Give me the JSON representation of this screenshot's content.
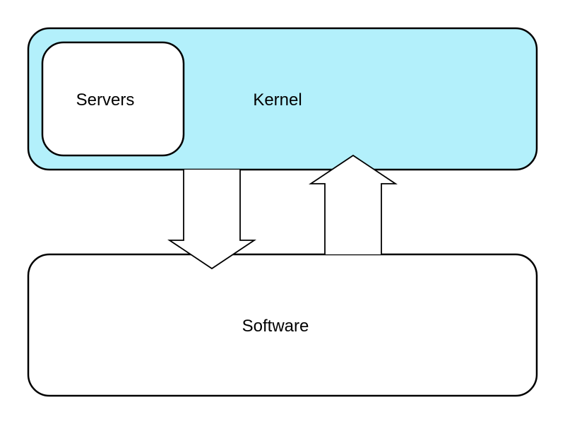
{
  "diagram": {
    "kernel": {
      "label": "Kernel",
      "fill": "#b3f0fb"
    },
    "servers": {
      "label": "Servers",
      "fill": "#ffffff"
    },
    "software": {
      "label": "Software",
      "fill": "#ffffff"
    },
    "stroke": "#000000",
    "arrows": [
      {
        "from": "kernel",
        "to": "software",
        "direction": "down"
      },
      {
        "from": "software",
        "to": "kernel",
        "direction": "up"
      }
    ]
  }
}
